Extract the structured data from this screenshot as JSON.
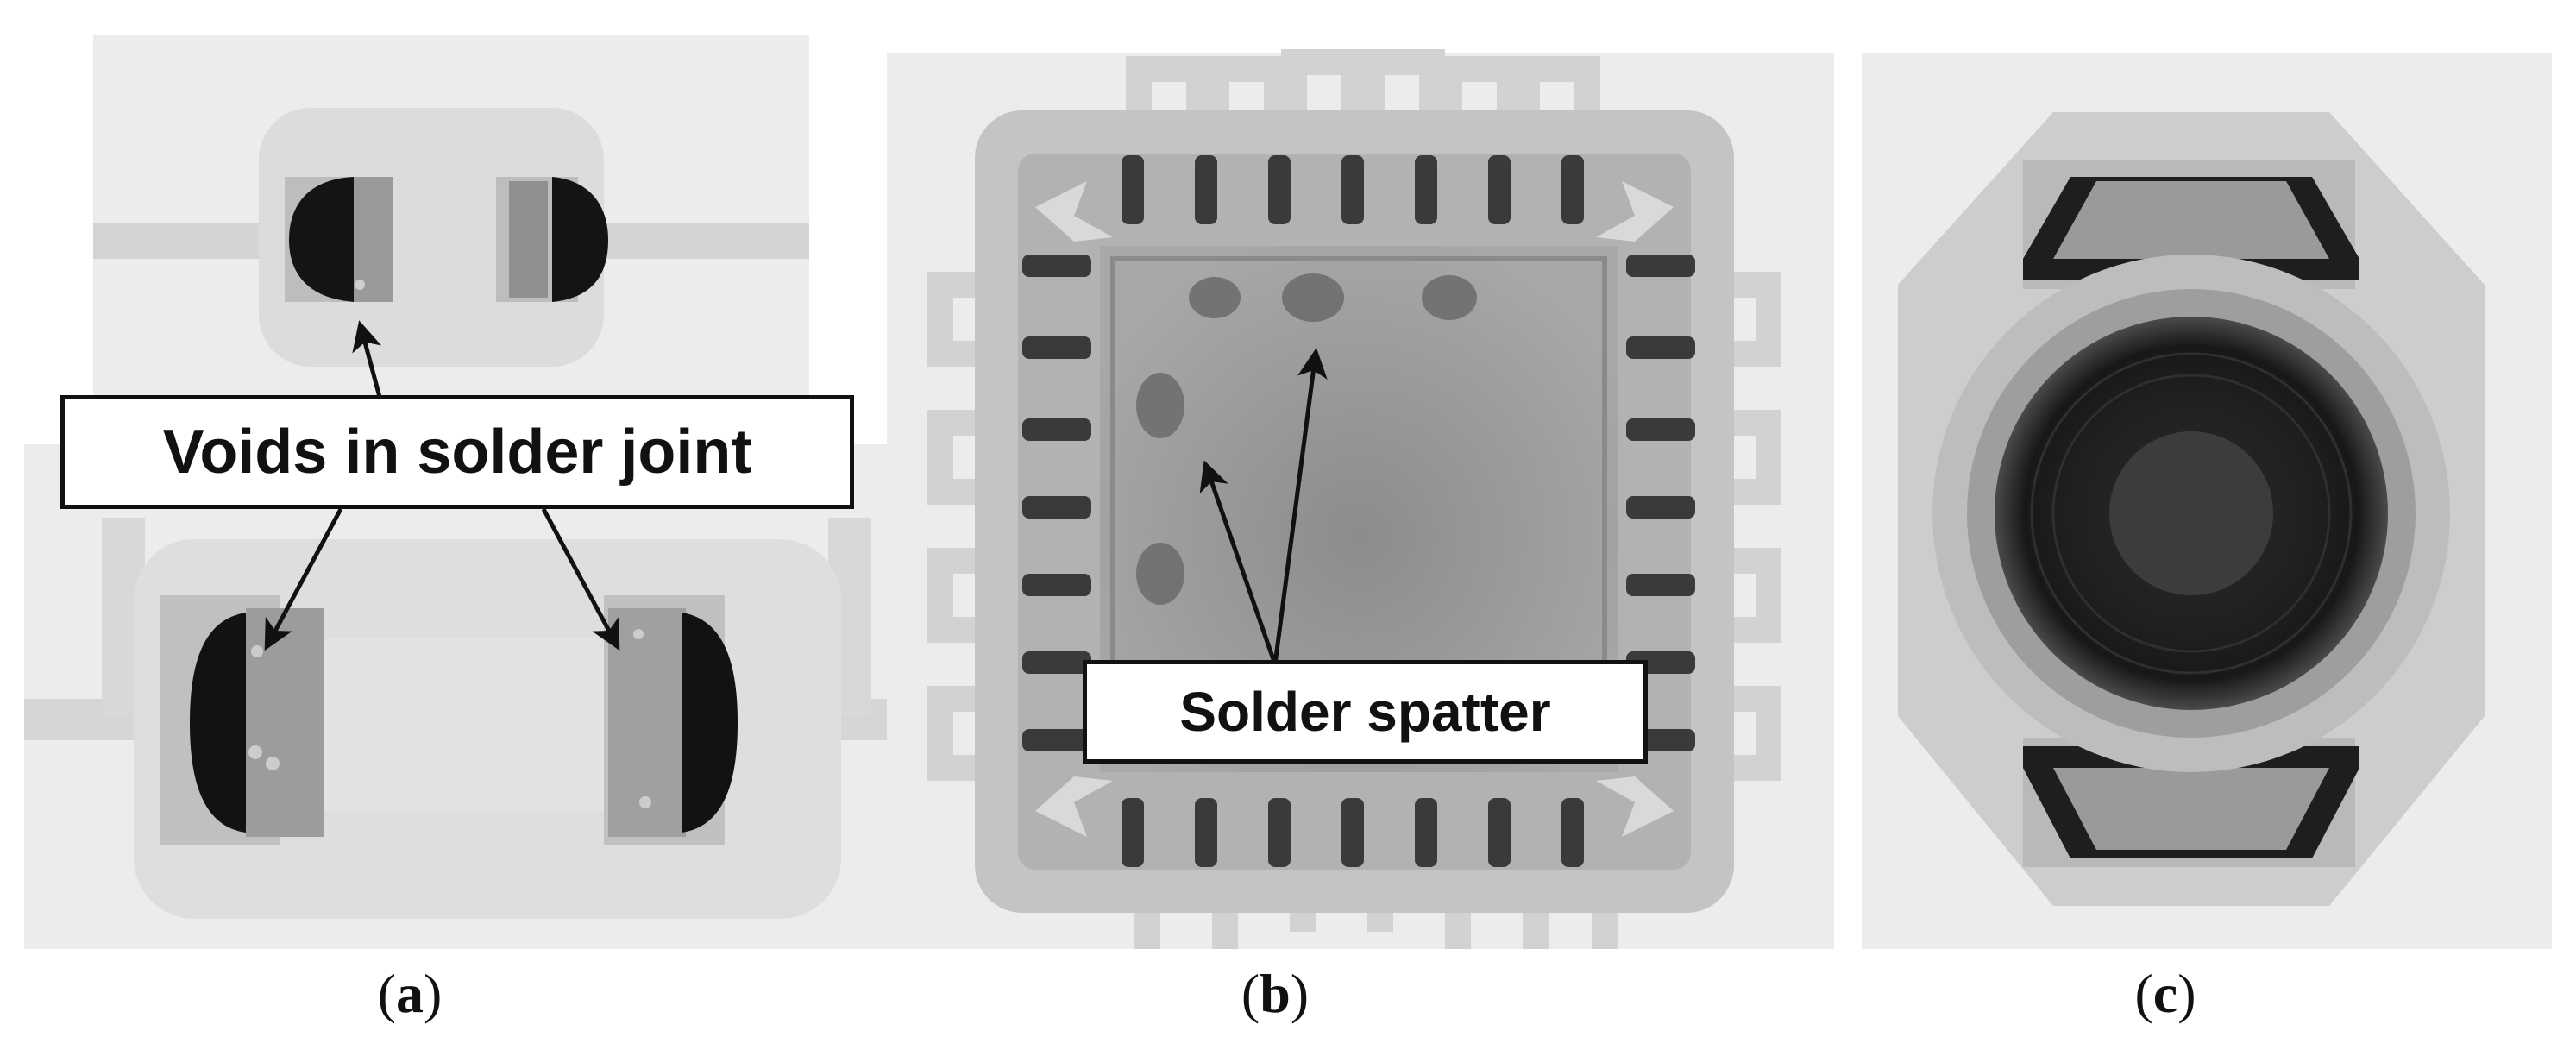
{
  "captions": {
    "a": {
      "open": "(",
      "letter": "a",
      "close": ")"
    },
    "b": {
      "open": "(",
      "letter": "b",
      "close": ")"
    },
    "c": {
      "open": "(",
      "letter": "c",
      "close": ")"
    }
  },
  "annotations": {
    "voids": "Voids in solder joint",
    "spatter": "Solder spatter"
  },
  "colors": {
    "xray_background": "#e9e9e9",
    "board_gray": "#d6d6d6",
    "package_gray": "#a4a4a4",
    "solder_dark": "#151515",
    "outline": "#111111"
  }
}
